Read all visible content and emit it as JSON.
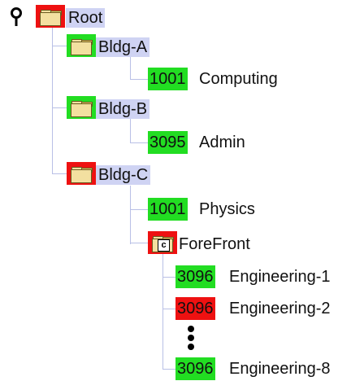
{
  "colors": {
    "status_green": "#22dd22",
    "status_red": "#ee1111",
    "label_bg": "#cfd3f3",
    "connector": "#b9c0e6"
  },
  "root": {
    "label": "Root",
    "status": "red",
    "pin_icon": "pin-icon"
  },
  "buildings": [
    {
      "label": "Bldg-A",
      "status": "green",
      "rooms": [
        {
          "number": "1001",
          "name": "Computing",
          "status": "green"
        }
      ]
    },
    {
      "label": "Bldg-B",
      "status": "green",
      "rooms": [
        {
          "number": "3095",
          "name": "Admin",
          "status": "green"
        }
      ]
    },
    {
      "label": "Bldg-C",
      "status": "red",
      "rooms": [
        {
          "number": "1001",
          "name": "Physics",
          "status": "green"
        }
      ],
      "group": {
        "label": "ForeFront",
        "status": "red",
        "badge": "c",
        "rooms": [
          {
            "number": "3096",
            "name": "Engineering-1",
            "status": "green"
          },
          {
            "number": "3096",
            "name": "Engineering-2",
            "status": "red"
          },
          {
            "number": "3096",
            "name": "Engineering-8",
            "status": "green"
          }
        ]
      }
    }
  ]
}
